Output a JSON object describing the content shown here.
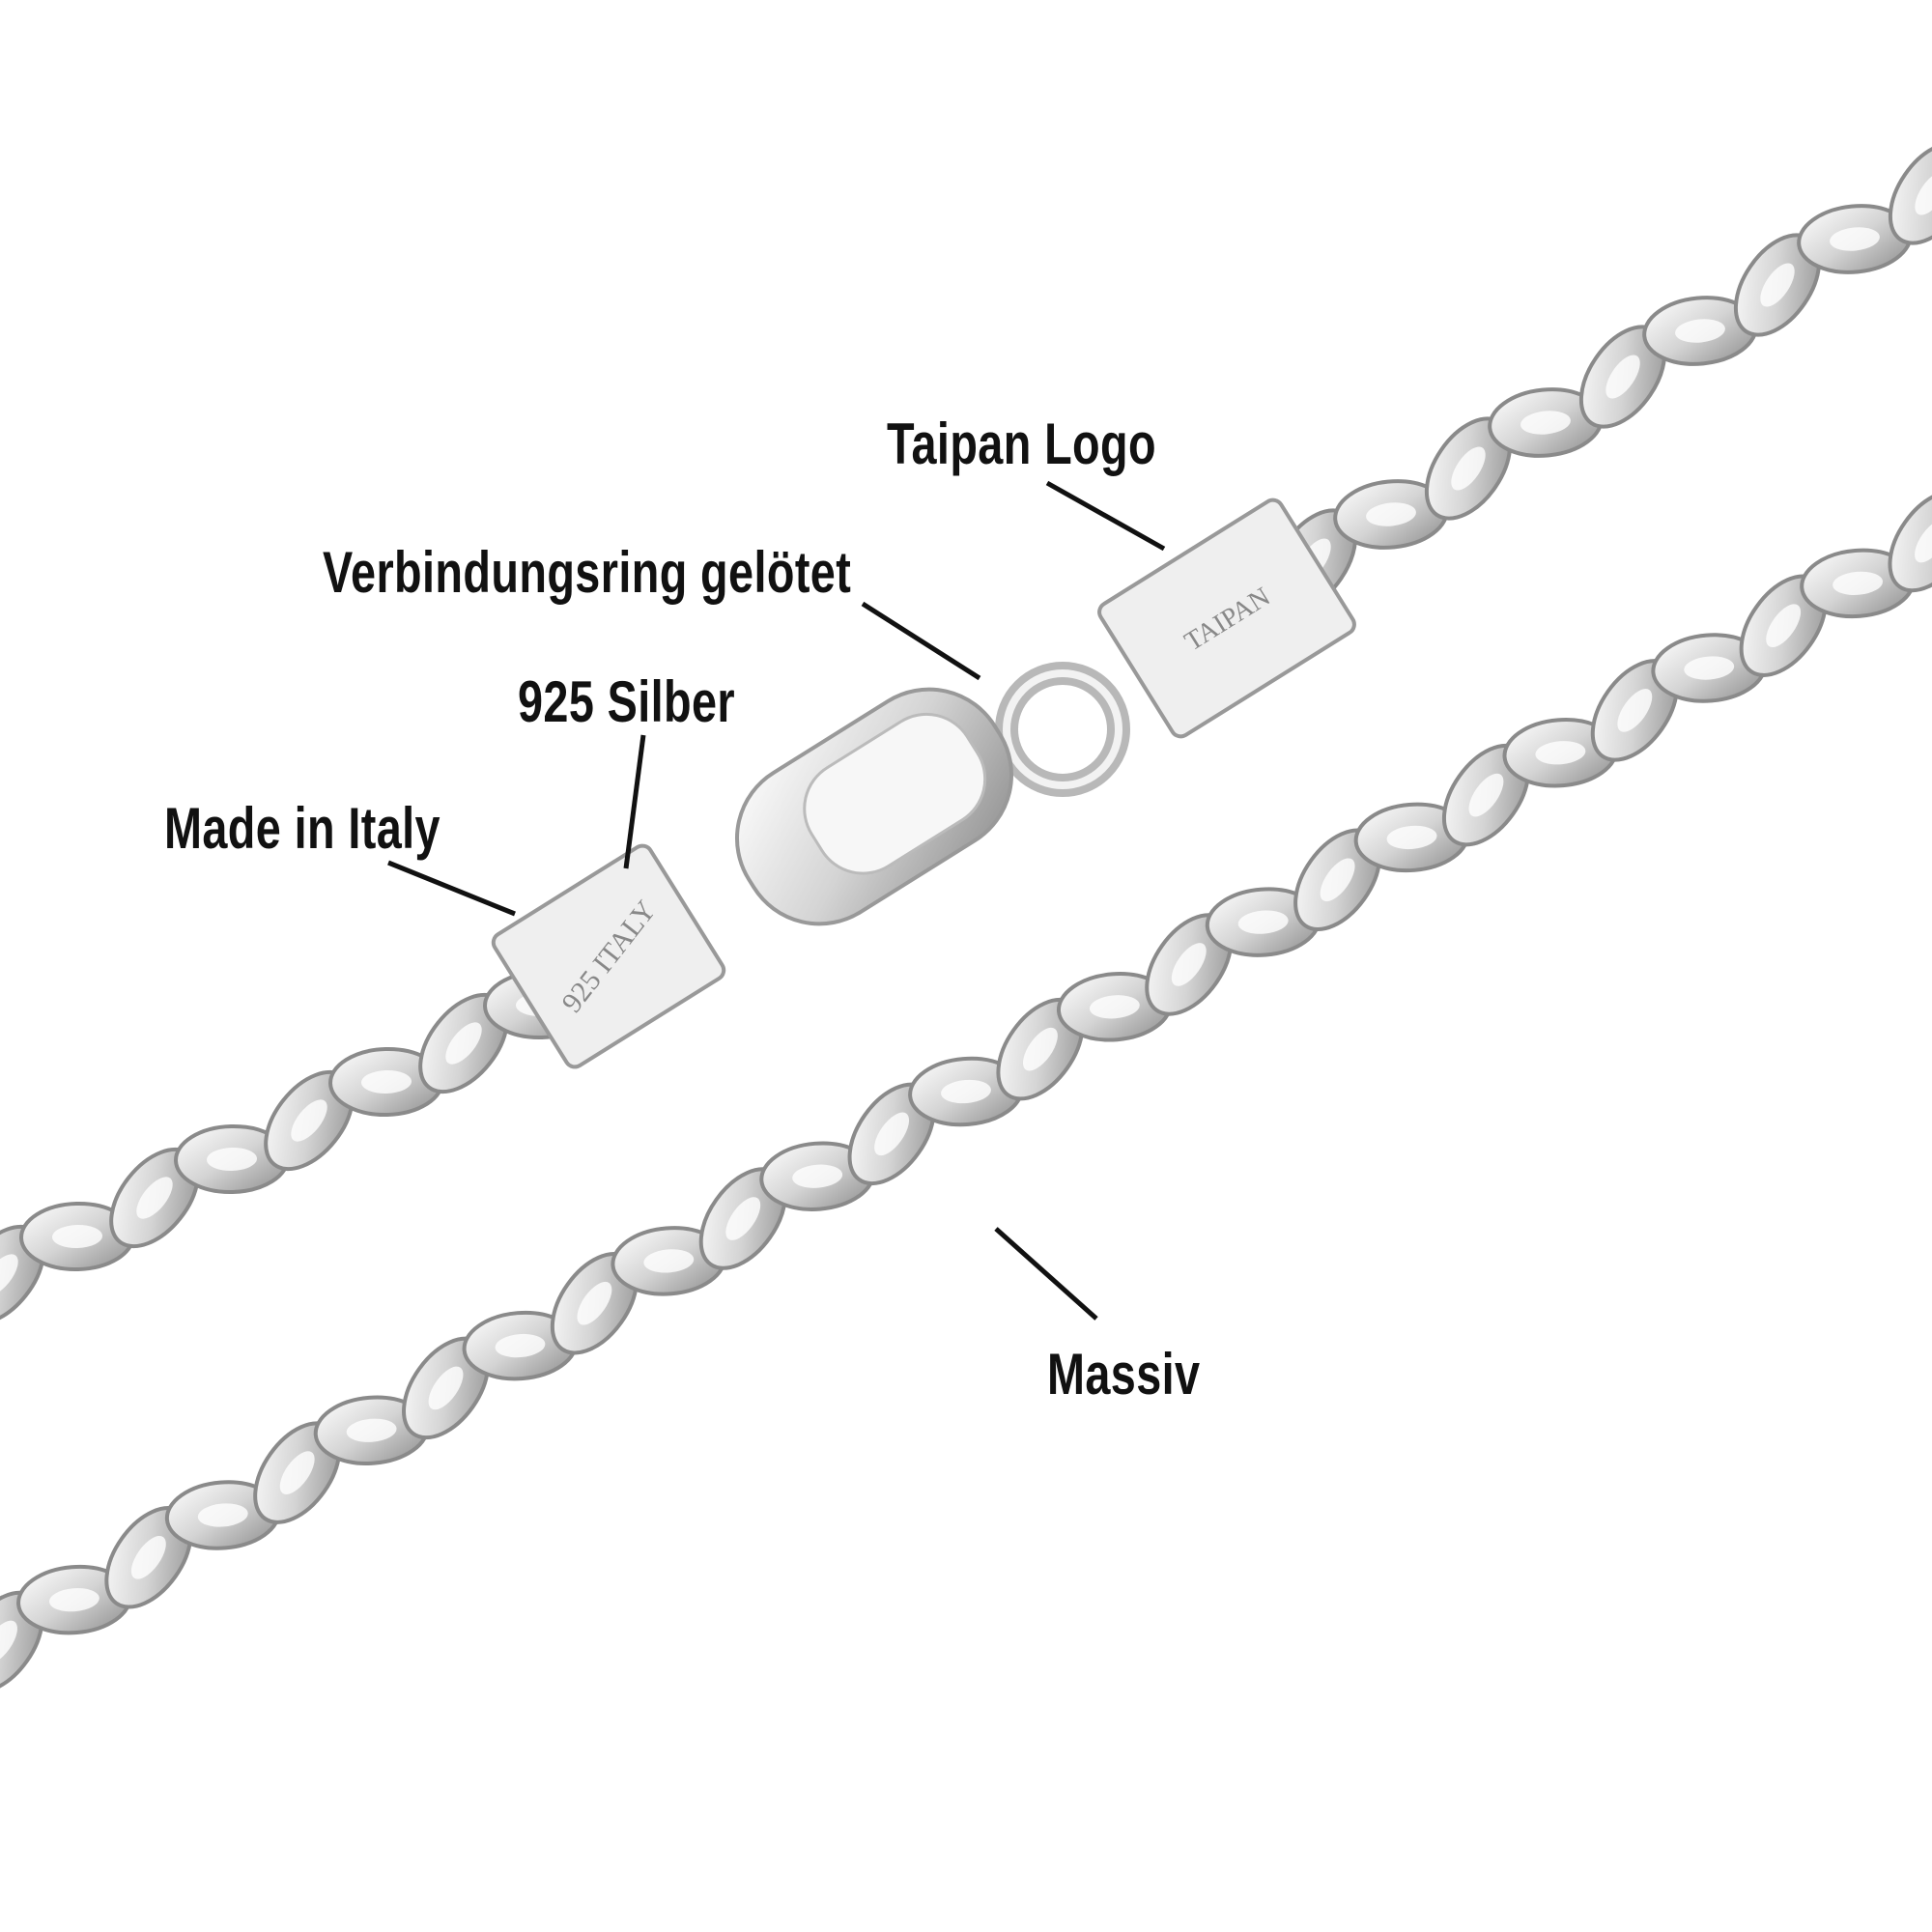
{
  "labels": {
    "taipan_logo": "Taipan Logo",
    "ring": "Verbindungsring gelötet",
    "silver": "925 Silber",
    "italy": "Made in Italy",
    "massiv": "Massiv"
  },
  "engravings": {
    "clasp_tag": "925 ITALY",
    "logo_tag": "TAIPAN"
  },
  "colors": {
    "text": "#111111",
    "silver_light": "#f4f4f4",
    "silver_mid": "#c8c8c8",
    "silver_dark": "#8a8a8a"
  }
}
